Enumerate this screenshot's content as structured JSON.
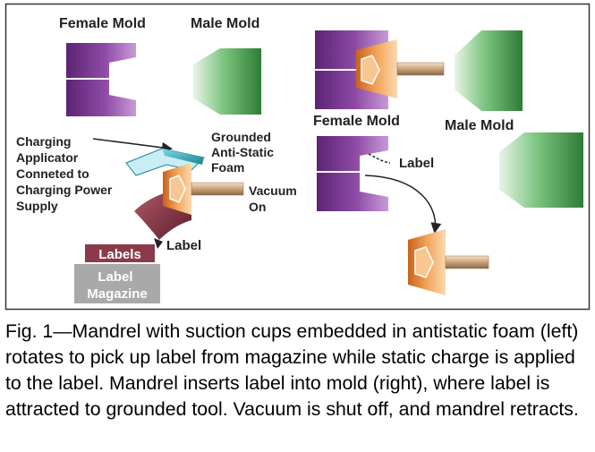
{
  "diagram": {
    "left_panel": {
      "female_mold_label": "Female Mold",
      "male_mold_label": "Male Mold",
      "charging_applicator_lines": [
        "Charging",
        "Applicator",
        "Conneted to",
        "Charging Power",
        "Supply"
      ],
      "grounded_foam_lines": [
        "Grounded",
        "Anti-Static",
        "Foam"
      ],
      "vacuum_lines": [
        "Vacuum",
        "On"
      ],
      "label_pointer": "Label",
      "labels_stack": "Labels",
      "label_magazine_lines": [
        "Label",
        "Magazine"
      ]
    },
    "right_panel": {
      "female_mold_label": "Female Mold",
      "male_mold_label": "Male Mold",
      "label_pointer": "Label"
    },
    "colors": {
      "mold_purple": "#7a3a93",
      "mold_green": "#3f9a4a",
      "mandrel_orange": "#e58a3c",
      "applicator_teal": "#2aa6b8",
      "label_maroon": "#8a3a4a",
      "magazine_gray": "#a9a9a9"
    }
  },
  "caption": "Fig. 1—Mandrel with suction cups embedded in antistatic foam (left) rotates to pick up label from magazine while static charge is applied to the label. Mandrel inserts label into mold (right), where label is attracted to grounded tool. Vacuum is shut off, and mandrel retracts."
}
